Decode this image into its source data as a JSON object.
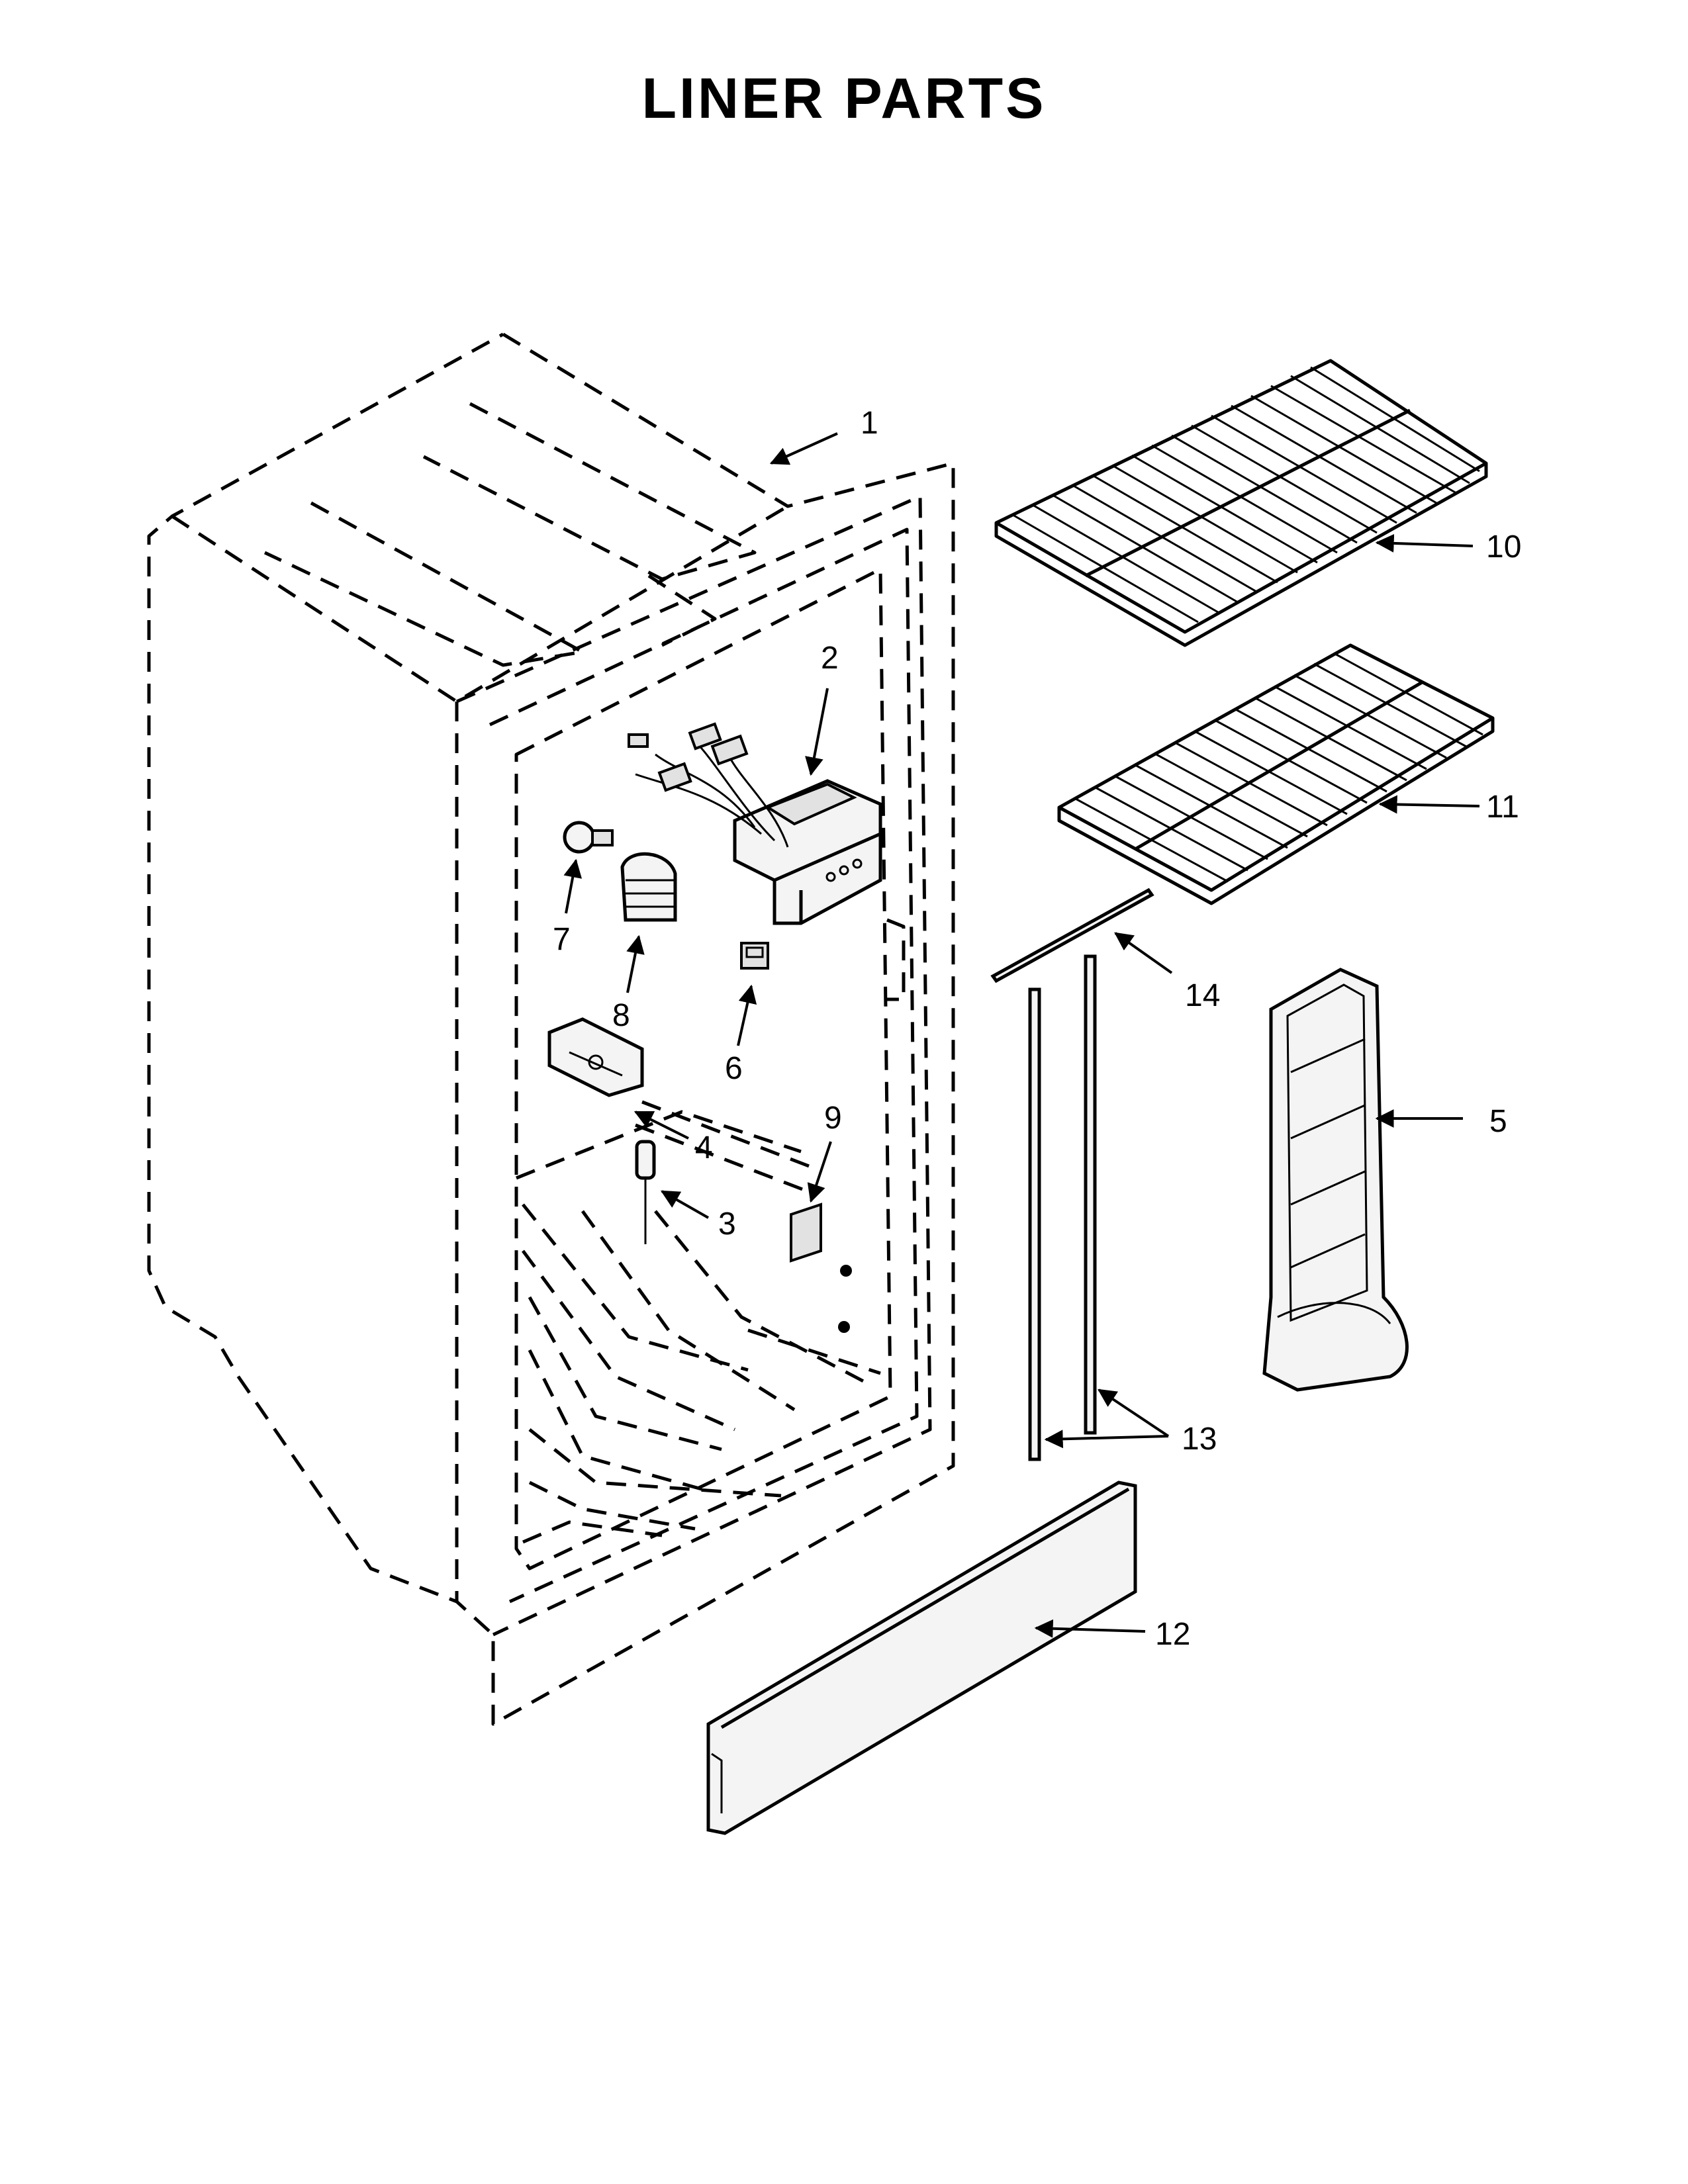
{
  "title": "LINER PARTS",
  "callouts": [
    {
      "id": "1",
      "label": "1"
    },
    {
      "id": "2",
      "label": "2"
    },
    {
      "id": "3",
      "label": "3"
    },
    {
      "id": "4",
      "label": "4"
    },
    {
      "id": "5",
      "label": "5"
    },
    {
      "id": "6",
      "label": "6"
    },
    {
      "id": "7",
      "label": "7"
    },
    {
      "id": "8",
      "label": "8"
    },
    {
      "id": "9",
      "label": "9"
    },
    {
      "id": "10",
      "label": "10"
    },
    {
      "id": "11",
      "label": "11"
    },
    {
      "id": "12",
      "label": "12"
    },
    {
      "id": "13",
      "label": "13"
    },
    {
      "id": "14",
      "label": "14"
    }
  ]
}
